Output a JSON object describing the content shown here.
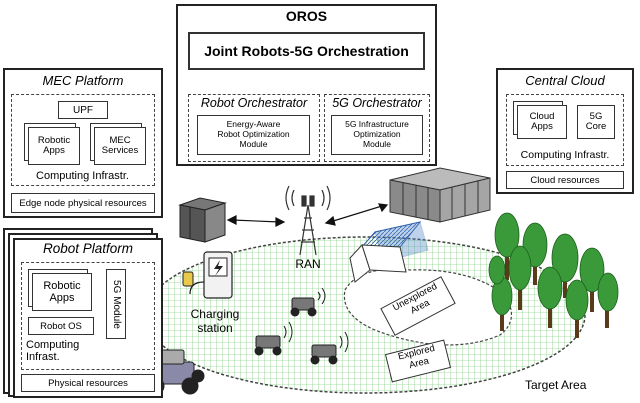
{
  "oros": {
    "title": "OROS",
    "joint": "Joint Robots-5G Orchestration",
    "robot_orch": "Robot Orchestrator",
    "robot_module_l1": "Energy-Aware",
    "robot_module_l2": "Robot Optimization",
    "robot_module_l3": "Module",
    "g5_orch": "5G Orchestrator",
    "g5_module_l1": "5G Infrastructure",
    "g5_module_l2": "Optimization",
    "g5_module_l3": "Module"
  },
  "mec": {
    "title": "MEC Platform",
    "upf": "UPF",
    "apps_l1": "Robotic",
    "apps_l2": "Apps",
    "services_l1": "MEC",
    "services_l2": "Services",
    "computing": "Computing Infrastr.",
    "resources": "Edge node physical resources"
  },
  "cloud": {
    "title": "Central Cloud",
    "apps_l1": "Cloud",
    "apps_l2": "Apps",
    "core_l1": "5G",
    "core_l2": "Core",
    "computing": "Computing Infrastr.",
    "resources": "Cloud resources"
  },
  "robot": {
    "title": "Robot Platform",
    "apps_l1": "Robotic",
    "apps_l2": "Apps",
    "os": "Robot OS",
    "module": "5G Module",
    "computing_l1": "Computing",
    "computing_l2": "Infrast.",
    "resources": "Physical resources"
  },
  "scene": {
    "ran": "RAN",
    "charging_l1": "Charging",
    "charging_l2": "station",
    "unexplored_l1": "Unexplored",
    "unexplored_l2": "Area",
    "explored_l1": "Explored",
    "explored_l2": "Area",
    "target": "Target Area"
  },
  "colors": {
    "grid": "#5fbf5f",
    "tree": "#3a9a3a",
    "roof": "#4a7fc9"
  }
}
